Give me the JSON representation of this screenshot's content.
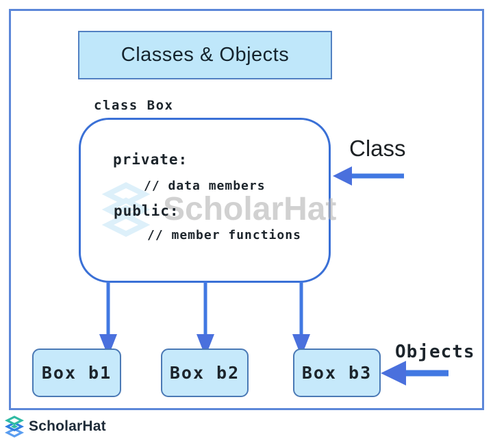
{
  "title": {
    "text": "Classes & Objects"
  },
  "class_box": {
    "label": "class Box",
    "lines": [
      "private:",
      "// data members",
      "public:",
      "// member functions"
    ],
    "annotation": "Class"
  },
  "object_boxes": {
    "annotation": "Objects",
    "items": [
      "Box b1",
      "Box b2",
      "Box b3"
    ]
  },
  "watermark": {
    "text": "ScholarHat"
  },
  "footer": {
    "brand": "ScholarHat"
  },
  "colors": {
    "frame_border": "#5c87d8",
    "title_fill": "#bfe7fa",
    "title_border": "#5180c2",
    "class_border": "#3a70d6",
    "arrow": "#4178e2",
    "arrow_head": "#4a70dd",
    "box_fill": "#c6e9fb",
    "box_border": "#4a79b5",
    "code_ink": "#1c242b",
    "watermark_gray": "#b5b5b5",
    "watermark_blue": "#c3e4f6",
    "brand_teal": "#2fbaa4",
    "brand_blue": "#2e7de2",
    "brand_ink": "#1e2b38"
  }
}
